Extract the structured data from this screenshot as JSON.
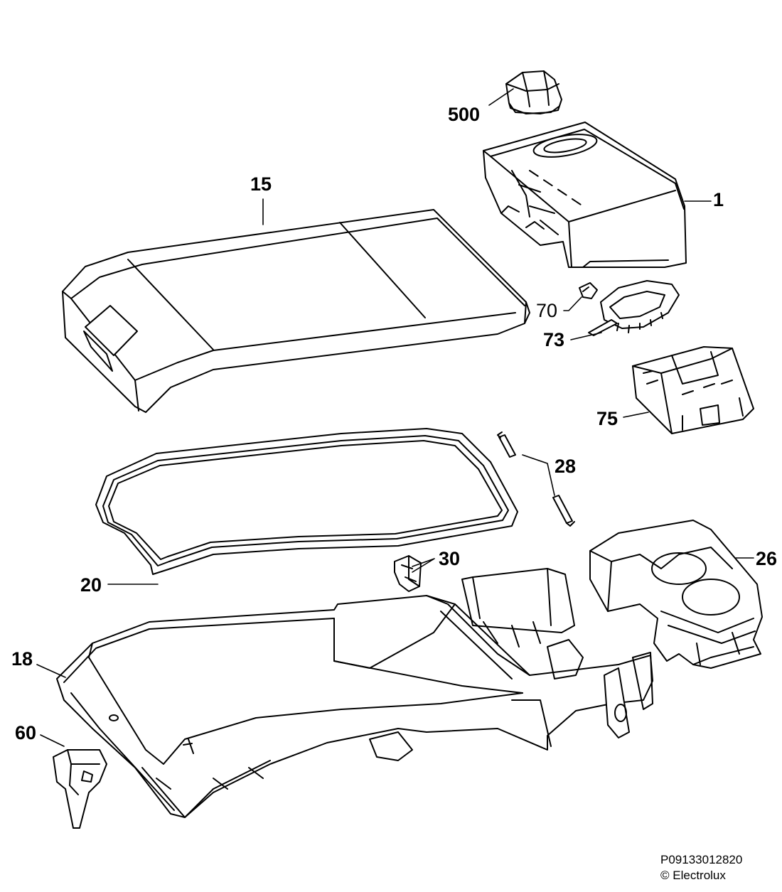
{
  "callouts": {
    "p500": "500",
    "p1": "1",
    "p15": "15",
    "p70": "70",
    "p73": "73",
    "p75": "75",
    "p28": "28",
    "p20": "20",
    "p30": "30",
    "p26": "26",
    "p18": "18",
    "p60": "60"
  },
  "footer": {
    "drawing_code": "P09133012820",
    "copyright": "© Electrolux"
  },
  "colors": {
    "line": "#000000",
    "fill": "#ffffff",
    "shade": "#d9d9d9"
  }
}
